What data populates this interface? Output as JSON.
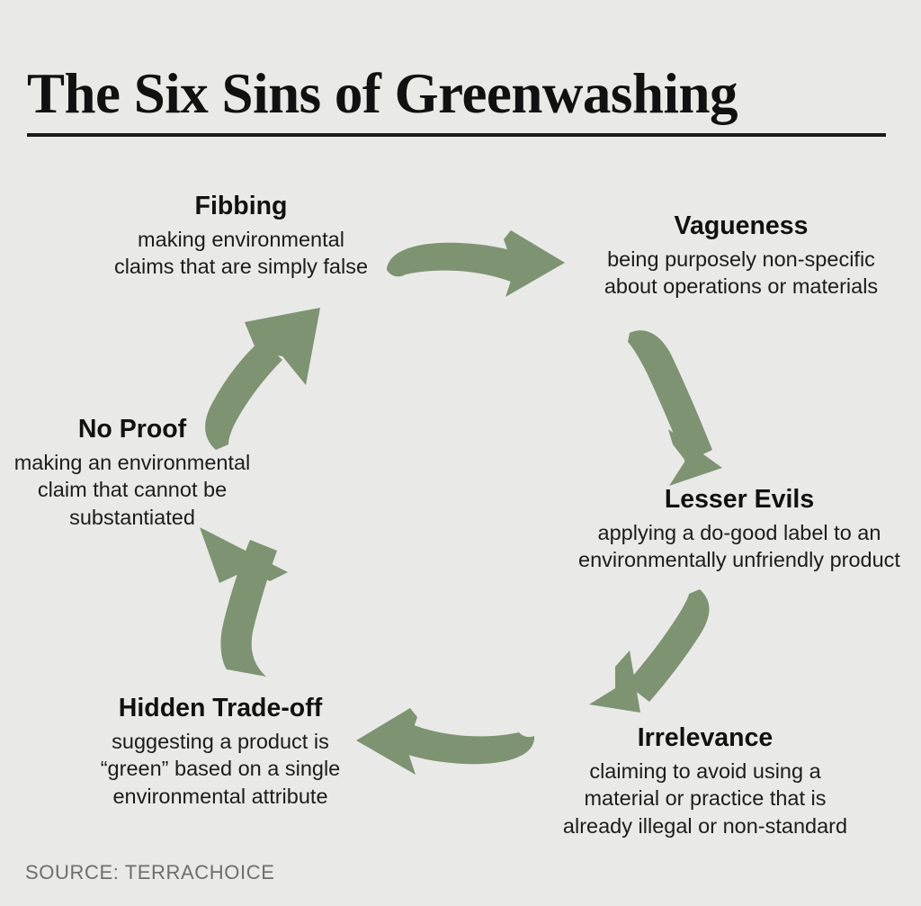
{
  "header": {
    "title": "The Six Sins of Greenwashing"
  },
  "colors": {
    "background": "#e9e9e7",
    "arrow_green": "#7d9372",
    "title_text": "#111111",
    "body_text": "#1c1c1c",
    "source_text": "#6e6e6e",
    "rule": "#1a1a1a"
  },
  "cycle": {
    "nodes": [
      {
        "id": "fibbing",
        "title": "Fibbing",
        "description": "making environmental\nclaims that are simply false"
      },
      {
        "id": "vagueness",
        "title": "Vagueness",
        "description": "being purposely non-specific\nabout operations or materials"
      },
      {
        "id": "lesser-evils",
        "title": "Lesser Evils",
        "description": "applying a do-good label to an\nenvironmentally unfriendly product"
      },
      {
        "id": "irrelevance",
        "title": "Irrelevance",
        "description": "claiming to avoid using a\nmaterial or practice that is\nalready illegal or non-standard"
      },
      {
        "id": "hidden-tradeoff",
        "title": "Hidden Trade-off",
        "description": "suggesting a product is\n“green” based on a single\nenvironmental attribute"
      },
      {
        "id": "no-proof",
        "title": "No Proof",
        "description": "making an environmental\nclaim that cannot be\nsubstantiated"
      }
    ],
    "arrows": [
      {
        "id": "fibbing-to-vagueness",
        "from": "fibbing",
        "to": "vagueness",
        "direction": "right"
      },
      {
        "id": "vagueness-to-lesser-evils",
        "from": "vagueness",
        "to": "lesser-evils",
        "direction": "down"
      },
      {
        "id": "lesser-evils-to-irrelevance",
        "from": "lesser-evils",
        "to": "irrelevance",
        "direction": "down-left"
      },
      {
        "id": "irrelevance-to-hidden-tradeoff",
        "from": "irrelevance",
        "to": "hidden-tradeoff",
        "direction": "left"
      },
      {
        "id": "hidden-tradeoff-to-no-proof",
        "from": "hidden-tradeoff",
        "to": "no-proof",
        "direction": "up-left"
      },
      {
        "id": "no-proof-to-fibbing",
        "from": "no-proof",
        "to": "fibbing",
        "direction": "up-right"
      }
    ]
  },
  "footer": {
    "source": "SOURCE: TERRACHOICE"
  }
}
